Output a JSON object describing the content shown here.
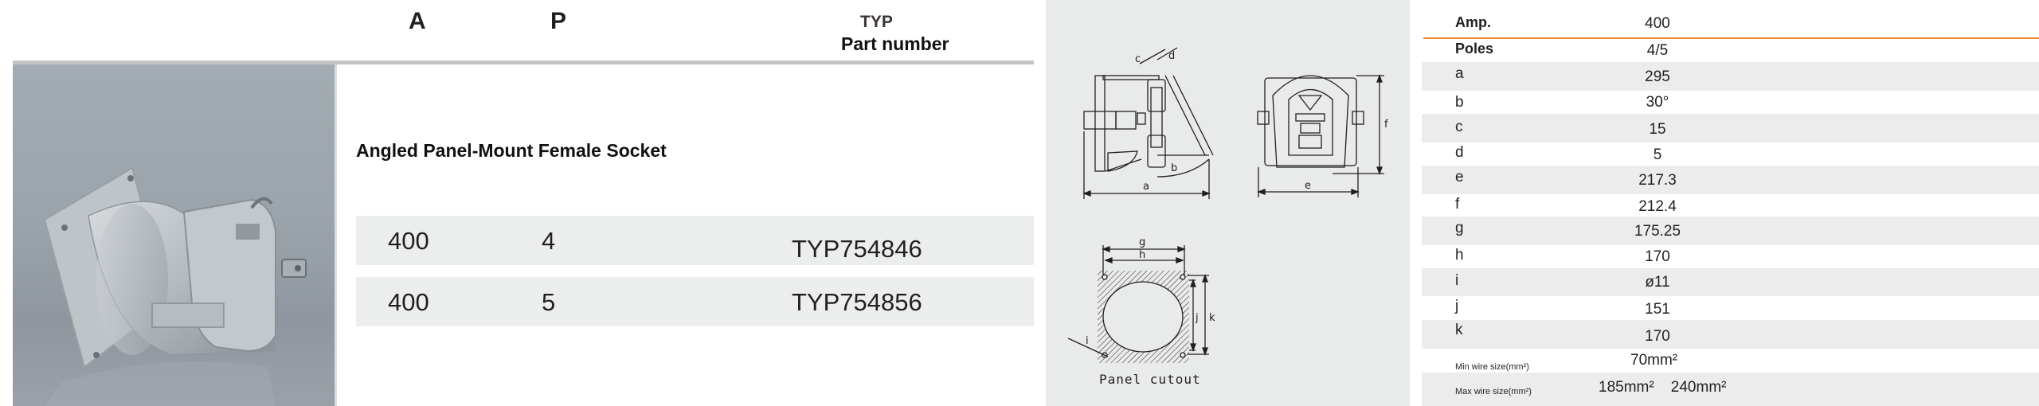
{
  "product_table": {
    "headers": {
      "amp": "A",
      "poles": "P",
      "typ": "TYP",
      "part_number": "Part number"
    },
    "product_title": "Angled Panel-Mount Female Socket",
    "product_image": "angled-panel-mount-socket-photo",
    "rows": [
      {
        "amp": "400",
        "poles": "4",
        "part_number": "TYP754846"
      },
      {
        "amp": "400",
        "poles": "5",
        "part_number": "TYP754856"
      }
    ]
  },
  "drawings": {
    "side_view_labels": [
      "a",
      "b",
      "c",
      "d"
    ],
    "front_view_labels": [
      "e",
      "f"
    ],
    "cutout_labels": [
      "g",
      "h",
      "i",
      "j",
      "k"
    ],
    "cutout_caption": "Panel cutout"
  },
  "spec_table": {
    "accent_color": "#f08a24",
    "rows": [
      {
        "label": "Amp.",
        "value": "400",
        "style": "bold"
      },
      {
        "label": "Poles",
        "value": "4/5",
        "style": "bold"
      },
      {
        "label": "a",
        "value": "295"
      },
      {
        "label": "b",
        "value": "30°"
      },
      {
        "label": "c",
        "value": "15"
      },
      {
        "label": "d",
        "value": "5"
      },
      {
        "label": "e",
        "value": "217.3"
      },
      {
        "label": "f",
        "value": "212.4"
      },
      {
        "label": "g",
        "value": "175.25"
      },
      {
        "label": "h",
        "value": "170"
      },
      {
        "label": "i",
        "value": "ø11"
      },
      {
        "label": "j",
        "value": "151"
      },
      {
        "label": "k",
        "value": "170"
      },
      {
        "label": "Min wire size(mm²)",
        "value": "70mm²",
        "style": "small"
      },
      {
        "label": "Max wire size(mm²)",
        "value": "185mm²    240mm²",
        "style": "small"
      }
    ]
  }
}
